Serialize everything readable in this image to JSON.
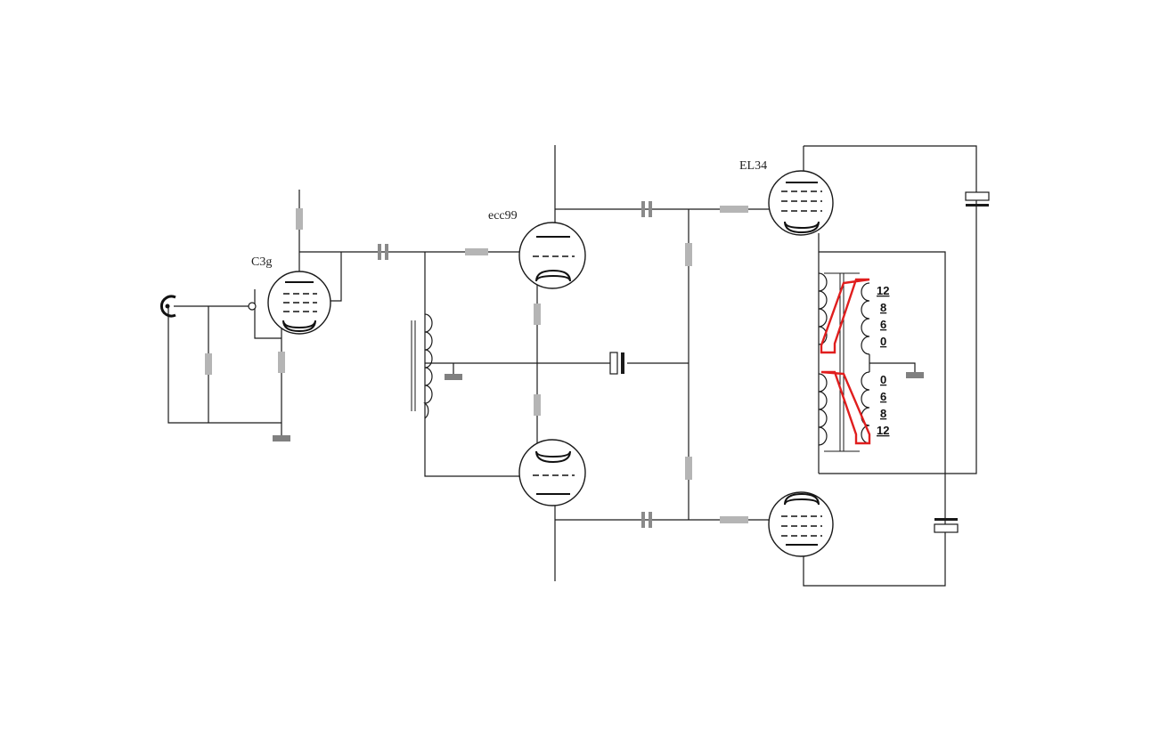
{
  "tubes": {
    "input": "C3g",
    "driver": "ecc99",
    "output": "EL34"
  },
  "output_transformer": {
    "upper_taps": [
      "12",
      "8",
      "6",
      "0"
    ],
    "lower_taps": [
      "0",
      "6",
      "8",
      "12"
    ]
  },
  "colors": {
    "wire": "#1a1a1a",
    "resistor": "#b5b5b5",
    "ground": "#808080",
    "feedback": "#e01e1e"
  }
}
